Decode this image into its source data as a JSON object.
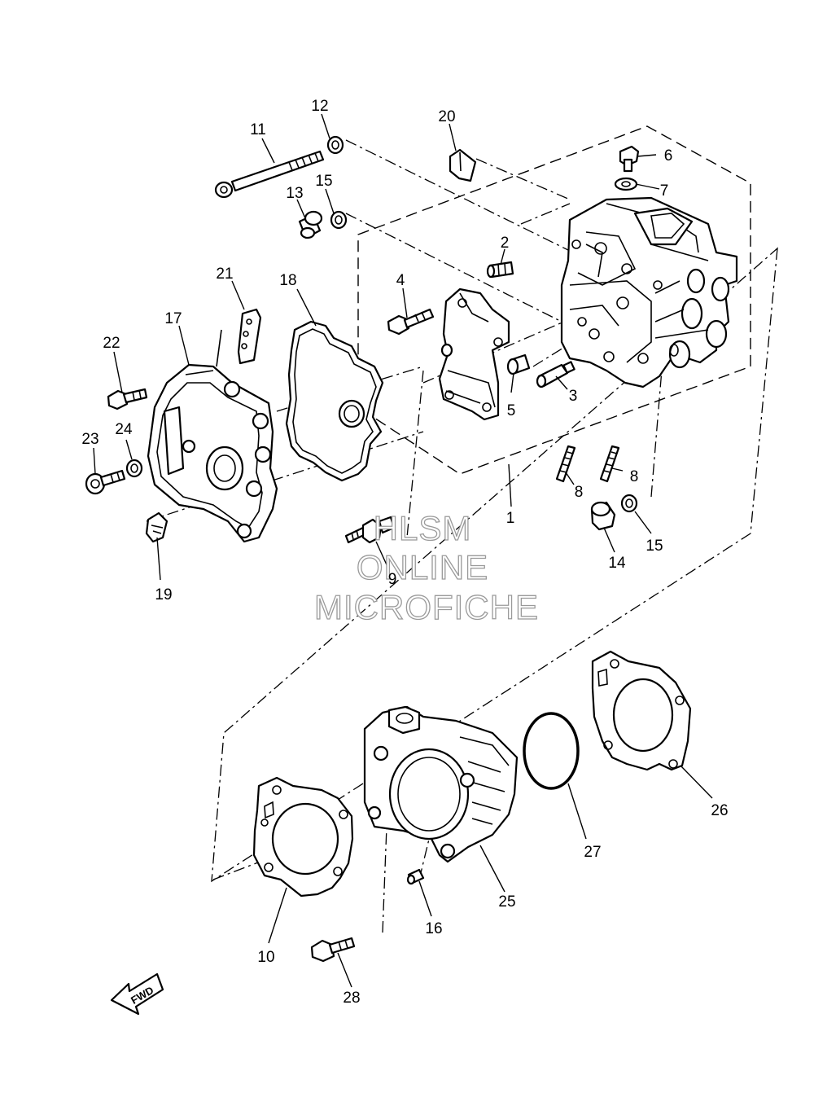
{
  "callouts": [
    {
      "id": "c1",
      "text": "1"
    },
    {
      "id": "c2",
      "text": "2"
    },
    {
      "id": "c3",
      "text": "3"
    },
    {
      "id": "c4",
      "text": "4"
    },
    {
      "id": "c5",
      "text": "5"
    },
    {
      "id": "c6",
      "text": "6"
    },
    {
      "id": "c7",
      "text": "7"
    },
    {
      "id": "c8a",
      "text": "8"
    },
    {
      "id": "c8b",
      "text": "8"
    },
    {
      "id": "c9",
      "text": "9"
    },
    {
      "id": "c10",
      "text": "10"
    },
    {
      "id": "c11",
      "text": "11"
    },
    {
      "id": "c12",
      "text": "12"
    },
    {
      "id": "c13",
      "text": "13"
    },
    {
      "id": "c14",
      "text": "14"
    },
    {
      "id": "c15a",
      "text": "15"
    },
    {
      "id": "c15b",
      "text": "15"
    },
    {
      "id": "c16",
      "text": "16"
    },
    {
      "id": "c17",
      "text": "17"
    },
    {
      "id": "c18",
      "text": "18"
    },
    {
      "id": "c19",
      "text": "19"
    },
    {
      "id": "c20",
      "text": "20"
    },
    {
      "id": "c21",
      "text": "21"
    },
    {
      "id": "c22",
      "text": "22"
    },
    {
      "id": "c23",
      "text": "23"
    },
    {
      "id": "c24",
      "text": "24"
    },
    {
      "id": "c25",
      "text": "25"
    },
    {
      "id": "c26",
      "text": "26"
    },
    {
      "id": "c27",
      "text": "27"
    },
    {
      "id": "c28",
      "text": "28"
    }
  ],
  "watermark": {
    "line1": "HLSM",
    "line2": "ONLINE",
    "line3": "MICROFICHE"
  },
  "fwd_label": "FWD"
}
